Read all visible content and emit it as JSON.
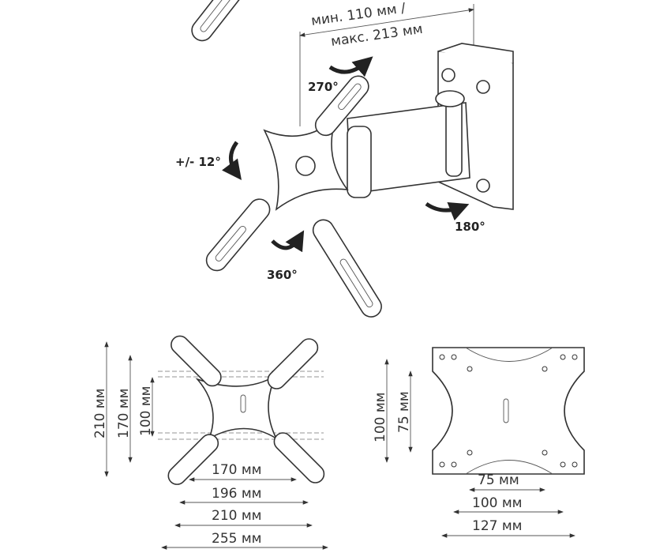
{
  "arm_view": {
    "extension_min": "мин. 110 мм /",
    "extension_max": "макс. 213 мм",
    "swivel_arm": "270°",
    "tilt": "+/- 12°",
    "swivel_wall": "180°",
    "rotation": "360°"
  },
  "plate_large": {
    "vertical": [
      "210 мм",
      "170 мм",
      "100 мм"
    ],
    "horizontal": [
      "170 мм",
      "196 мм",
      "210 мм",
      "255 мм"
    ]
  },
  "plate_small": {
    "vertical": [
      "100 мм",
      "75 мм"
    ],
    "horizontal": [
      "75 мм",
      "100 мм",
      "127 мм"
    ]
  }
}
